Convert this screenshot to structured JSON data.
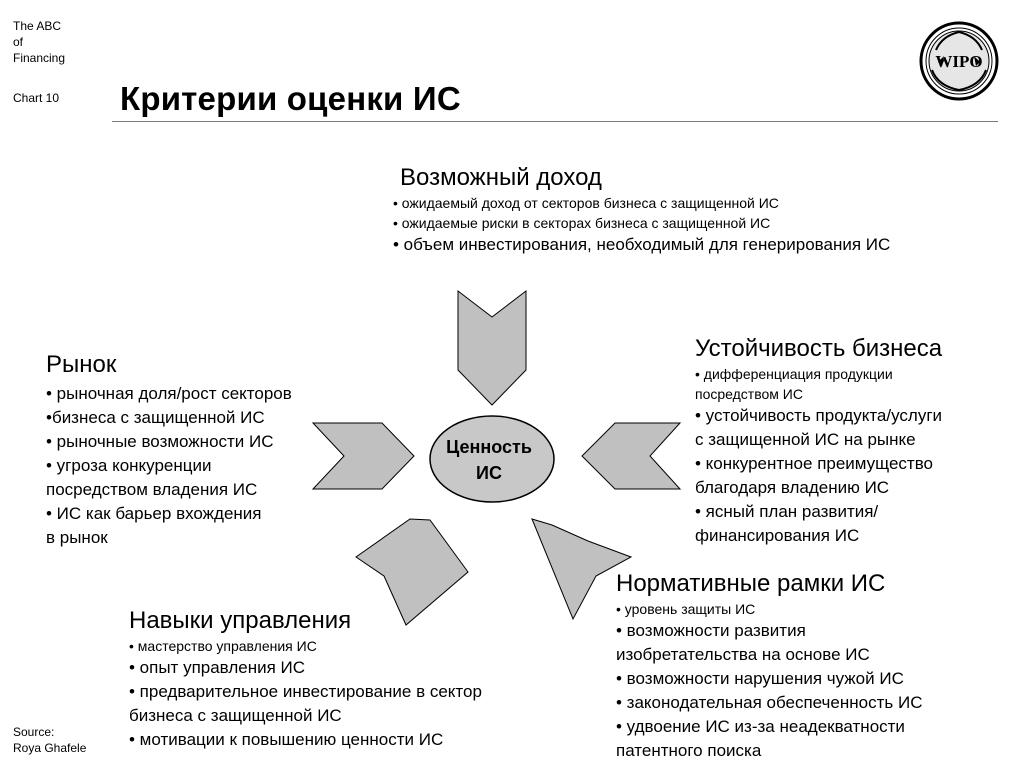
{
  "header": {
    "series_lines": [
      "The ABC",
      "of",
      "Financing"
    ],
    "chart_label": "Chart 10",
    "title": "Критерии оценки ИС"
  },
  "footer": {
    "source_lines": [
      "Source:",
      "Roya Ghafele"
    ]
  },
  "logo": {
    "text": "WIPO"
  },
  "center": {
    "lines": [
      "Ценность",
      "ИС"
    ]
  },
  "blocks": {
    "income": {
      "title": "Возможный доход",
      "items": [
        "• ожидаемый доход от секторов бизнеса с защищенной ИС",
        "• ожидаемые риски в секторах бизнеса с защищенной ИС",
        "• объем инвестирования, необходимый для генерирования ИС"
      ]
    },
    "market": {
      "title": "Рынок",
      "items": [
        "• рыночная доля/рост секторов",
        "•бизнеса с защищенной ИС",
        "• рыночные возможности ИС",
        "• угроза конкуренции",
        "посредством владения ИС",
        "• ИС как барьер вхождения",
        "в рынок"
      ]
    },
    "sustainability": {
      "title": "Устойчивость бизнеса",
      "items_small": [
        "• дифференциация продукции",
        "посредством ИС"
      ],
      "items": [
        "• устойчивость продукта/услуги",
        "с защищенной ИС на рынке",
        "• конкурентное преимущество",
        "благодаря владению ИС",
        "• ясный план развития/",
        "финансирования ИС"
      ]
    },
    "regulatory": {
      "title": "Нормативные рамки ИС",
      "items_small": [
        "• уровень защиты ИС"
      ],
      "items": [
        "• возможности развития",
        "изобретательства на основе ИС",
        "• возможности нарушения чужой ИС",
        "• законодательная обеспеченность ИС",
        "• удвоение ИС из-за неадекватности",
        "патентного поиска"
      ]
    },
    "management": {
      "title": "Навыки управления",
      "items_small": [
        "• мастерство управления ИС"
      ],
      "items": [
        "• опыт управления ИС",
        "• предварительное инвестирование в сектор",
        "бизнеса с защищенной ИС",
        "• мотивации к повышению ценности ИС"
      ]
    }
  },
  "colors": {
    "arrow_fill": "#c0c0c0",
    "ellipse_fill": "#c8c8c8",
    "stroke": "#000000"
  }
}
